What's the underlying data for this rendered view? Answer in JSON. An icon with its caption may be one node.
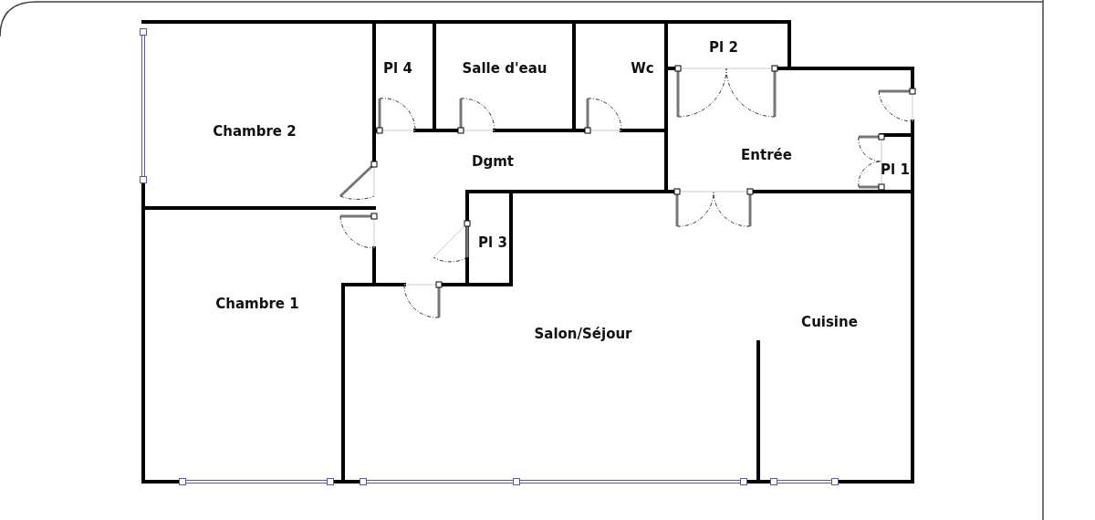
{
  "diagram": {
    "labels": [
      "Pl 2",
      "Pl 4",
      "Salle d'eau",
      "Wc",
      "Chambre 2",
      "Entrée",
      "Dgmt",
      "Pl 1",
      "Pl 3",
      "Chambre 1",
      "Cuisine",
      "Salon/Séjour"
    ]
  }
}
